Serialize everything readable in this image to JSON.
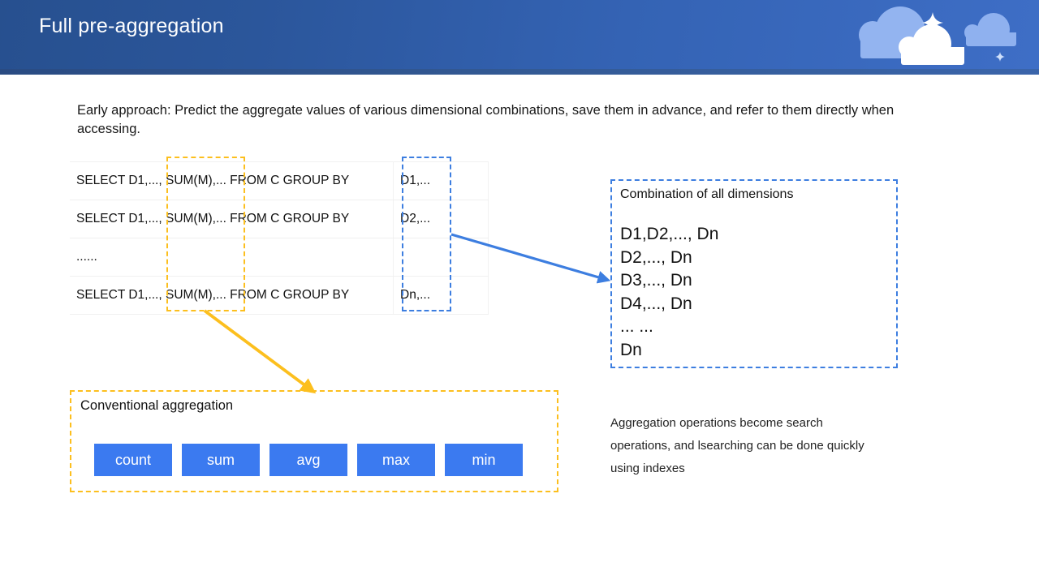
{
  "header": {
    "title": "Full pre-aggregation",
    "gradient_from": "#27508f",
    "gradient_to": "#3e6ec6",
    "decorations": [
      "cloud",
      "cloud",
      "cloud",
      "sparkle",
      "sparkle"
    ]
  },
  "lede": "Early approach: Predict the aggregate values of various dimensional combinations, save them in advance, and refer to them directly when accessing.",
  "sql_table": {
    "rows": [
      {
        "stmt": "SELECT D1,..., SUM(M),... FROM C GROUP BY",
        "group_by": "D1,..."
      },
      {
        "stmt": "SELECT D1,..., SUM(M),... FROM C GROUP BY",
        "group_by": "D2,..."
      },
      {
        "stmt": "......",
        "group_by": ""
      },
      {
        "stmt": "SELECT D1,..., SUM(M),... FROM C GROUP BY",
        "group_by": "Dn,..."
      }
    ]
  },
  "highlights": {
    "measure_box_color": "#fcbf1e",
    "groupby_box_color": "#3d7ee0"
  },
  "dimensions_panel": {
    "title": "Combination of all dimensions",
    "items": [
      "D1,D2,..., Dn",
      "D2,..., Dn",
      "D3,..., Dn",
      "D4,..., Dn",
      "... ...",
      "Dn"
    ],
    "border_color": "#3d7ee0"
  },
  "aggregation_panel": {
    "title": "Conventional aggregation",
    "border_color": "#fcbf1e",
    "button_color": "#3b7af0",
    "buttons": [
      "count",
      "sum",
      "avg",
      "max",
      "min"
    ]
  },
  "note": "Aggregation operations become search operations, and lsearching can be done quickly using indexes",
  "arrows": {
    "blue_label": "groupby-to-dimensions-arrow",
    "blue_color": "#3d7ee0",
    "yellow_label": "measure-to-aggregation-arrow",
    "yellow_color": "#fcbf1e"
  }
}
